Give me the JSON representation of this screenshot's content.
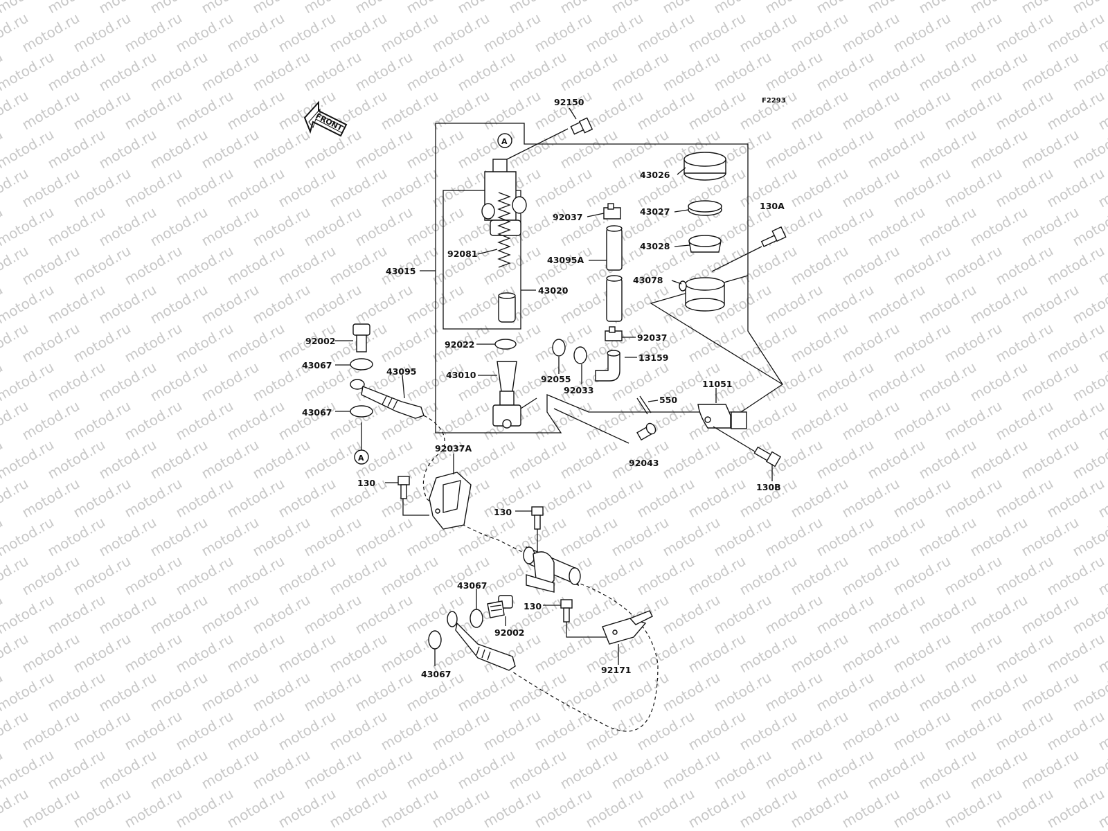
{
  "diagram_code": "F2293",
  "front_label": "FRONT",
  "watermark": "motod.ru",
  "ref_marker": "A",
  "labels": {
    "p92150": "92150",
    "p43026": "43026",
    "p130A": "130A",
    "p92037_top": "92037",
    "p43027": "43027",
    "p43028": "43028",
    "p43095A": "43095A",
    "p43015": "43015",
    "p92081": "92081",
    "p43020": "43020",
    "p43078": "43078",
    "p92037_mid": "92037",
    "p92002_top": "92002",
    "p92022": "92022",
    "p13159": "13159",
    "p43067_a": "43067",
    "p43095": "43095",
    "p43010": "43010",
    "p92055": "92055",
    "p92033": "92033",
    "p11051": "11051",
    "p550": "550",
    "p43067_b": "43067",
    "p92037A": "92037A",
    "p92043": "92043",
    "p130_a": "130",
    "p130B": "130B",
    "p130_b": "130",
    "p43067_c": "43067",
    "p130_c": "130",
    "p92002_bot": "92002",
    "p43067_d": "43067",
    "p92171": "92171"
  }
}
